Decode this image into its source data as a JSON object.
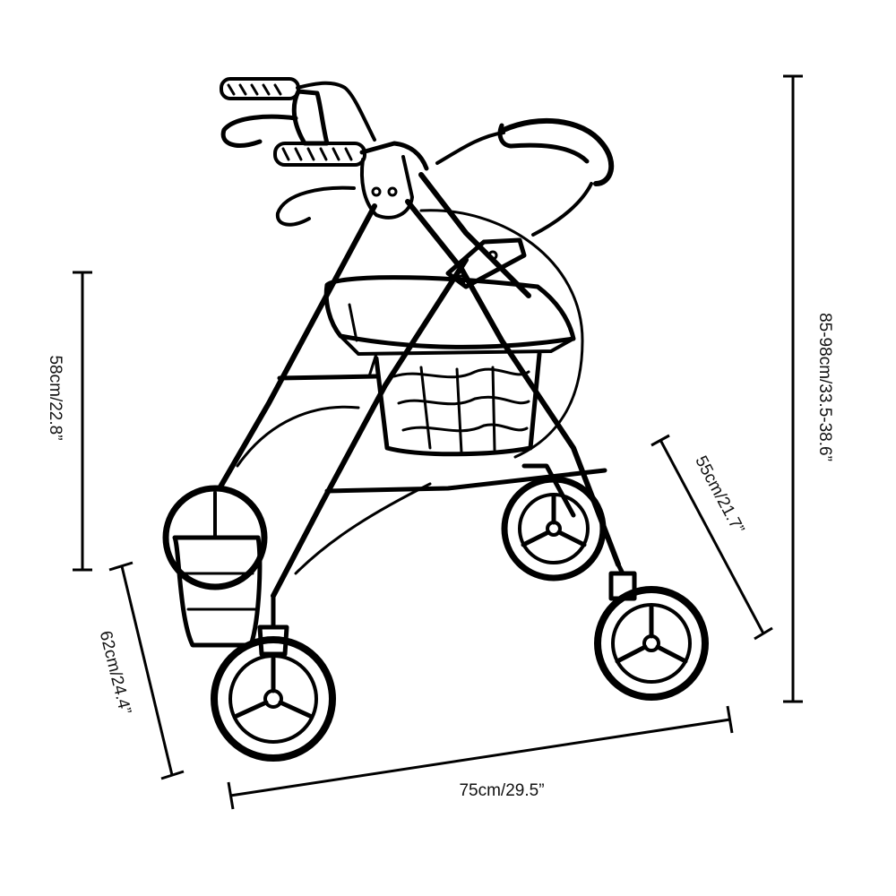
{
  "dimensions": {
    "height_total": "85-98cm/33.5-38.6”",
    "seat_height": "58cm/22.8”",
    "depth_side": "62cm/24.4”",
    "width_front": "75cm/29.5”",
    "seat_width": "55cm/21.7”"
  },
  "colors": {
    "ink": "#000000",
    "background": "#ffffff"
  }
}
